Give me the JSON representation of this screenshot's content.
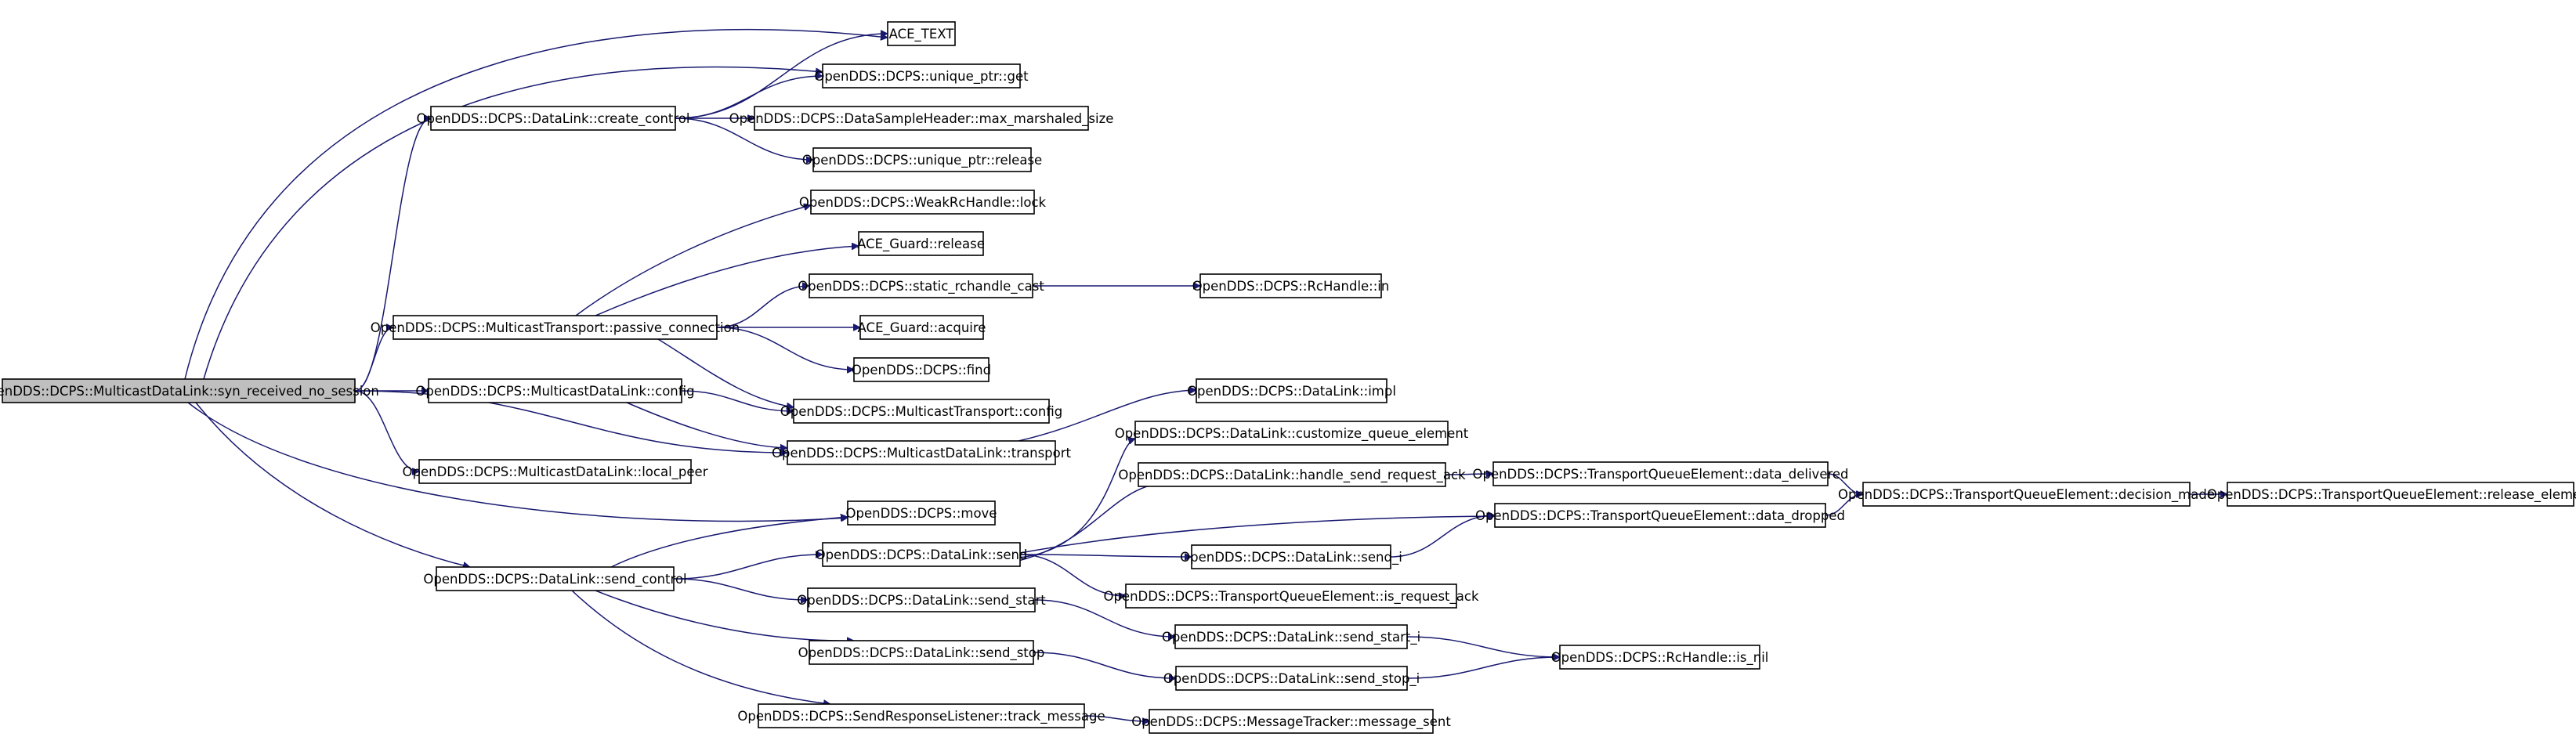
{
  "graph": {
    "edge_color": "#191970",
    "root_fill": "#bfbfbf",
    "nodes": [
      {
        "id": "root",
        "label": "OpenDDS::DCPS::MulticastDataLink::syn_received_no_session",
        "root": true
      },
      {
        "id": "ace_text",
        "label": "ACE_TEXT"
      },
      {
        "id": "uptr_get",
        "label": "OpenDDS::DCPS::unique_ptr::get"
      },
      {
        "id": "dl_create_control",
        "label": "OpenDDS::DCPS::DataLink::create_control"
      },
      {
        "id": "dsh_max",
        "label": "OpenDDS::DCPS::DataSampleHeader::max_marshaled_size"
      },
      {
        "id": "uptr_release",
        "label": "OpenDDS::DCPS::unique_ptr::release"
      },
      {
        "id": "weak_lock",
        "label": "OpenDDS::DCPS::WeakRcHandle::lock"
      },
      {
        "id": "guard_release",
        "label": "ACE_Guard::release"
      },
      {
        "id": "mt_passive",
        "label": "OpenDDS::DCPS::MulticastTransport::passive_connection"
      },
      {
        "id": "static_cast",
        "label": "OpenDDS::DCPS::static_rchandle_cast"
      },
      {
        "id": "rc_in",
        "label": "OpenDDS::DCPS::RcHandle::in"
      },
      {
        "id": "guard_acquire",
        "label": "ACE_Guard::acquire"
      },
      {
        "id": "find",
        "label": "OpenDDS::DCPS::find"
      },
      {
        "id": "mdl_config",
        "label": "OpenDDS::DCPS::MulticastDataLink::config"
      },
      {
        "id": "mt_config",
        "label": "OpenDDS::DCPS::MulticastTransport::config"
      },
      {
        "id": "dl_impl",
        "label": "OpenDDS::DCPS::DataLink::impl"
      },
      {
        "id": "mdl_transport",
        "label": "OpenDDS::DCPS::MulticastDataLink::transport"
      },
      {
        "id": "dl_customize",
        "label": "OpenDDS::DCPS::DataLink::customize_queue_element"
      },
      {
        "id": "mdl_local_peer",
        "label": "OpenDDS::DCPS::MulticastDataLink::local_peer"
      },
      {
        "id": "dl_handle_ack",
        "label": "OpenDDS::DCPS::DataLink::handle_send_request_ack"
      },
      {
        "id": "tqe_delivered",
        "label": "OpenDDS::DCPS::TransportQueueElement::data_delivered"
      },
      {
        "id": "tqe_decision",
        "label": "OpenDDS::DCPS::TransportQueueElement::decision_made"
      },
      {
        "id": "tqe_release",
        "label": "OpenDDS::DCPS::TransportQueueElement::release_element"
      },
      {
        "id": "move",
        "label": "OpenDDS::DCPS::move"
      },
      {
        "id": "tqe_dropped",
        "label": "OpenDDS::DCPS::TransportQueueElement::data_dropped"
      },
      {
        "id": "dl_send",
        "label": "OpenDDS::DCPS::DataLink::send"
      },
      {
        "id": "dl_send_i",
        "label": "OpenDDS::DCPS::DataLink::send_i"
      },
      {
        "id": "dl_send_control",
        "label": "OpenDDS::DCPS::DataLink::send_control"
      },
      {
        "id": "tqe_is_ack",
        "label": "OpenDDS::DCPS::TransportQueueElement::is_request_ack"
      },
      {
        "id": "dl_send_start",
        "label": "OpenDDS::DCPS::DataLink::send_start"
      },
      {
        "id": "dl_send_start_i",
        "label": "OpenDDS::DCPS::DataLink::send_start_i"
      },
      {
        "id": "rc_is_nil",
        "label": "OpenDDS::DCPS::RcHandle::is_nil"
      },
      {
        "id": "dl_send_stop",
        "label": "OpenDDS::DCPS::DataLink::send_stop"
      },
      {
        "id": "dl_send_stop_i",
        "label": "OpenDDS::DCPS::DataLink::send_stop_i"
      },
      {
        "id": "srl_track",
        "label": "OpenDDS::DCPS::SendResponseListener::track_message"
      },
      {
        "id": "mtr_sent",
        "label": "OpenDDS::DCPS::MessageTracker::message_sent"
      }
    ],
    "edges": [
      [
        "root",
        "ace_text"
      ],
      [
        "root",
        "uptr_get"
      ],
      [
        "root",
        "dl_create_control"
      ],
      [
        "root",
        "mt_passive"
      ],
      [
        "root",
        "mdl_config"
      ],
      [
        "root",
        "mdl_transport"
      ],
      [
        "root",
        "mdl_local_peer"
      ],
      [
        "root",
        "move"
      ],
      [
        "root",
        "dl_send_control"
      ],
      [
        "dl_create_control",
        "ace_text"
      ],
      [
        "dl_create_control",
        "uptr_get"
      ],
      [
        "dl_create_control",
        "dsh_max"
      ],
      [
        "dl_create_control",
        "uptr_release"
      ],
      [
        "mt_passive",
        "weak_lock"
      ],
      [
        "mt_passive",
        "guard_release"
      ],
      [
        "mt_passive",
        "static_cast"
      ],
      [
        "mt_passive",
        "guard_acquire"
      ],
      [
        "mt_passive",
        "find"
      ],
      [
        "mt_passive",
        "mt_config"
      ],
      [
        "static_cast",
        "rc_in"
      ],
      [
        "mdl_config",
        "mt_config"
      ],
      [
        "mdl_config",
        "mdl_transport"
      ],
      [
        "mdl_transport",
        "dl_impl"
      ],
      [
        "dl_send_control",
        "move"
      ],
      [
        "dl_send_control",
        "dl_send"
      ],
      [
        "dl_send_control",
        "dl_send_start"
      ],
      [
        "dl_send_control",
        "dl_send_stop"
      ],
      [
        "dl_send_control",
        "srl_track"
      ],
      [
        "dl_send",
        "dl_customize"
      ],
      [
        "dl_send",
        "dl_handle_ack"
      ],
      [
        "dl_send",
        "tqe_dropped"
      ],
      [
        "dl_send",
        "dl_send_i"
      ],
      [
        "dl_send",
        "tqe_is_ack"
      ],
      [
        "dl_handle_ack",
        "tqe_delivered"
      ],
      [
        "tqe_delivered",
        "tqe_decision"
      ],
      [
        "tqe_dropped",
        "tqe_decision"
      ],
      [
        "tqe_decision",
        "tqe_release"
      ],
      [
        "dl_send_i",
        "tqe_dropped"
      ],
      [
        "dl_send_start",
        "dl_send_start_i"
      ],
      [
        "dl_send_start_i",
        "rc_is_nil"
      ],
      [
        "dl_send_stop",
        "dl_send_stop_i"
      ],
      [
        "dl_send_stop_i",
        "rc_is_nil"
      ],
      [
        "srl_track",
        "mtr_sent"
      ]
    ]
  }
}
